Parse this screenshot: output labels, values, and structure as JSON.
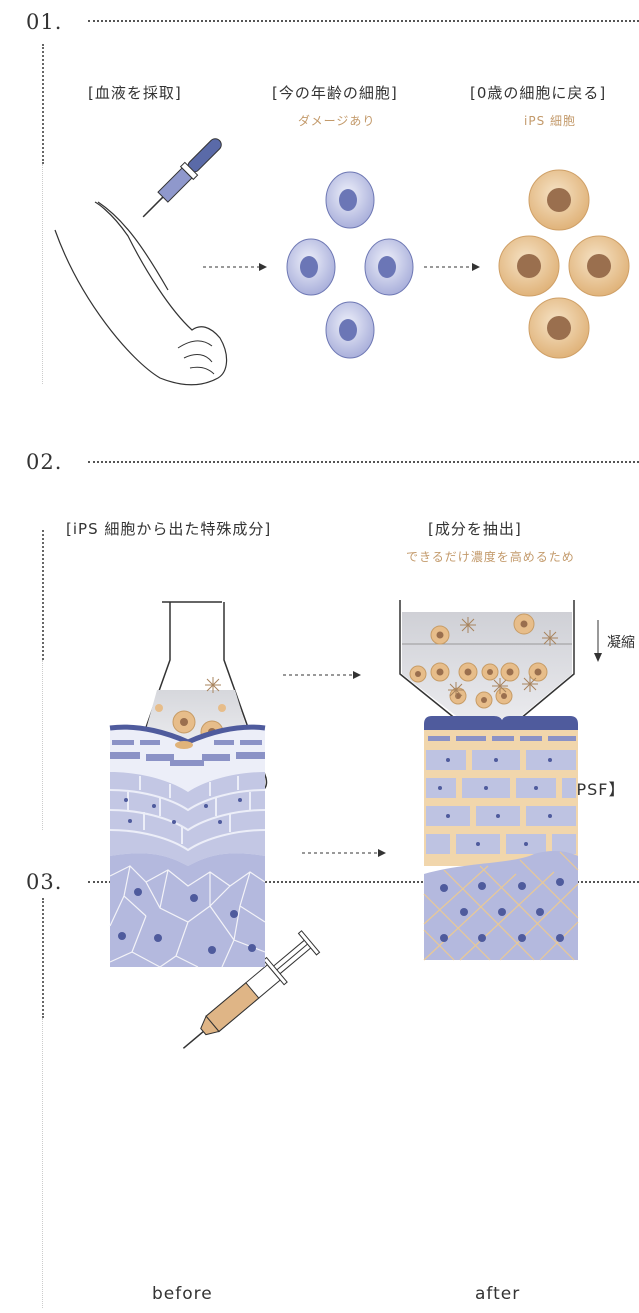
{
  "colors": {
    "accent": "#c39a6b",
    "blue": "#5a6aa8",
    "cell_blue": "#b4b9de",
    "cell_gold": "#e2b47a",
    "navy": "#4f5b9d"
  },
  "step1": {
    "number": "01.",
    "label_blood": "[血液を採取]",
    "label_current": "[今の年齢の細胞]",
    "sub_current": "ダメージあり",
    "label_zero": "[0歳の細胞に戻る]",
    "sub_zero": "iPS 細胞"
  },
  "step2": {
    "number": "02.",
    "label_ips": "[iPS 細胞から出た特殊成分]",
    "label_extract": "[成分を抽出]",
    "sub_extract": "できるだけ濃度を高めるため",
    "label_condense": "凝縮",
    "label_ipsf": "【iPSF】"
  },
  "step3": {
    "number": "03.",
    "label_before": "before",
    "label_after": "after"
  }
}
